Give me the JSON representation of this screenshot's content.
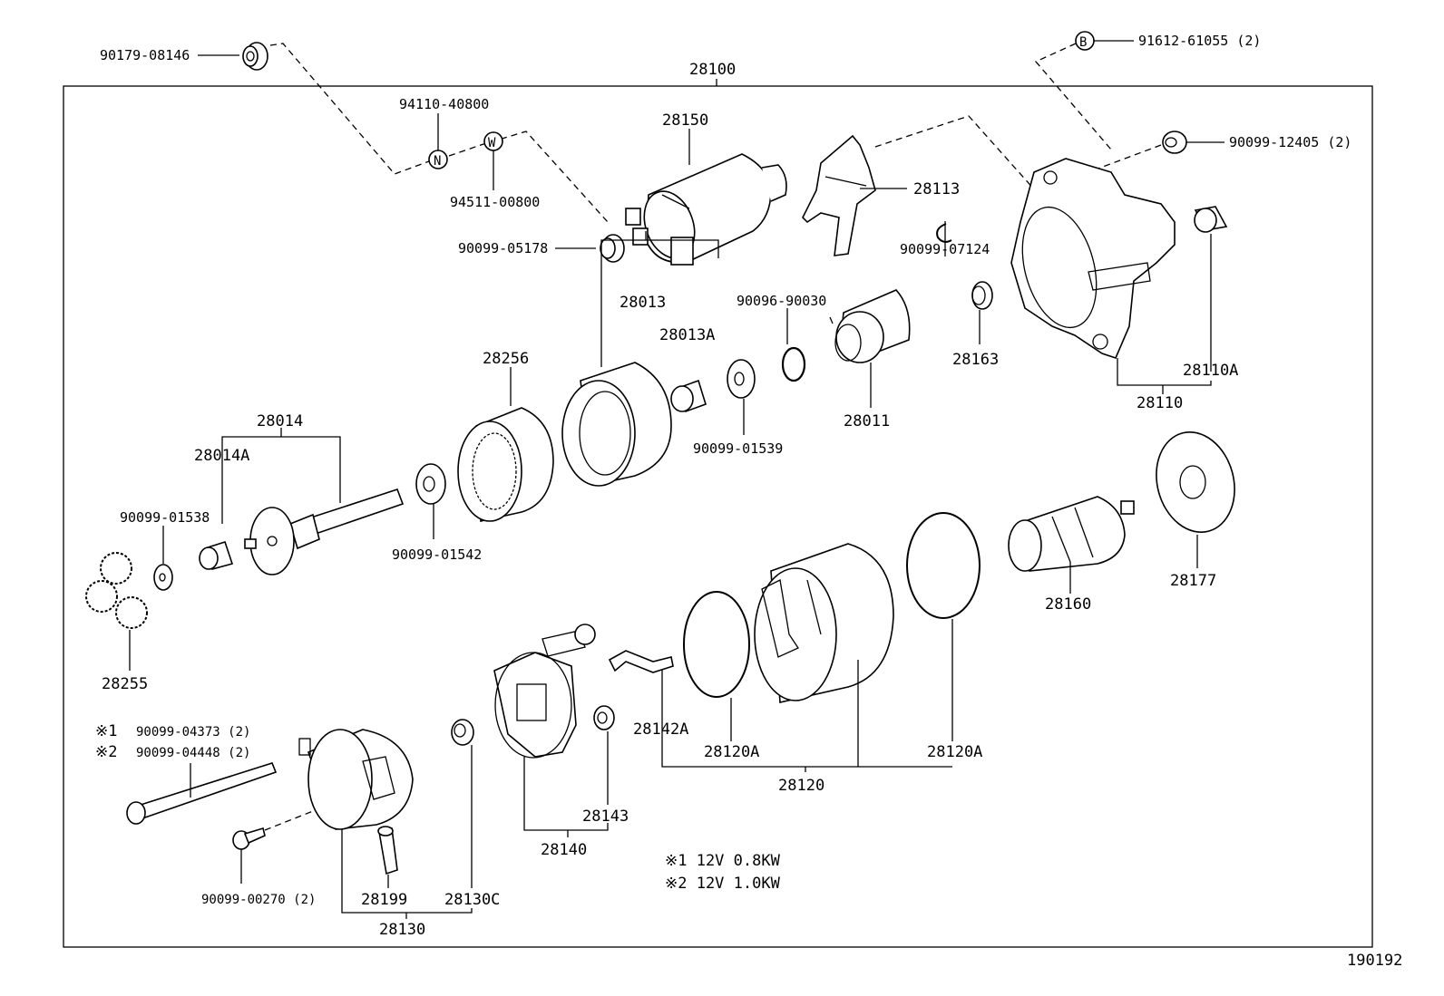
{
  "assembly": "28100",
  "drawing_no": "190192",
  "labels": {
    "p90179_08146": "90179-08146",
    "p94110_40800": "94110-40800",
    "p94511_00800": "94511-00800",
    "p90099_05178": "90099-05178",
    "p28150": "28150",
    "p28113": "28113",
    "p91612_61055": "91612-61055 (2)",
    "p90099_12405": "90099-12405 (2)",
    "p90099_07124": "90099-07124",
    "p90096_90030": "90096-90030",
    "p28013": "28013",
    "p28013A": "28013A",
    "p28256": "28256",
    "p28163": "28163",
    "p28110A": "28110A",
    "p28110": "28110",
    "p28011": "28011",
    "p90099_01539": "90099-01539",
    "p28014": "28014",
    "p28014A": "28014A",
    "p90099_01538": "90099-01538",
    "p90099_01542": "90099-01542",
    "p28255": "28255",
    "p28160": "28160",
    "p28177": "28177",
    "p28142A": "28142A",
    "p28120A_l": "28120A",
    "p28120A_r": "28120A",
    "p28120": "28120",
    "p28143": "28143",
    "p28140": "28140",
    "p28199": "28199",
    "p28130C": "28130C",
    "p28130": "28130",
    "p90099_00270": "90099-00270 (2)",
    "bolt1": "90099-04373 (2)",
    "bolt2": "90099-04448 (2)"
  },
  "markers": {
    "n": "N",
    "w": "W",
    "b": "B",
    "note1": "※1",
    "note2": "※2"
  },
  "notes": {
    "n1": "※1 12V 0.8KW",
    "n2": "※2 12V 1.0KW"
  }
}
